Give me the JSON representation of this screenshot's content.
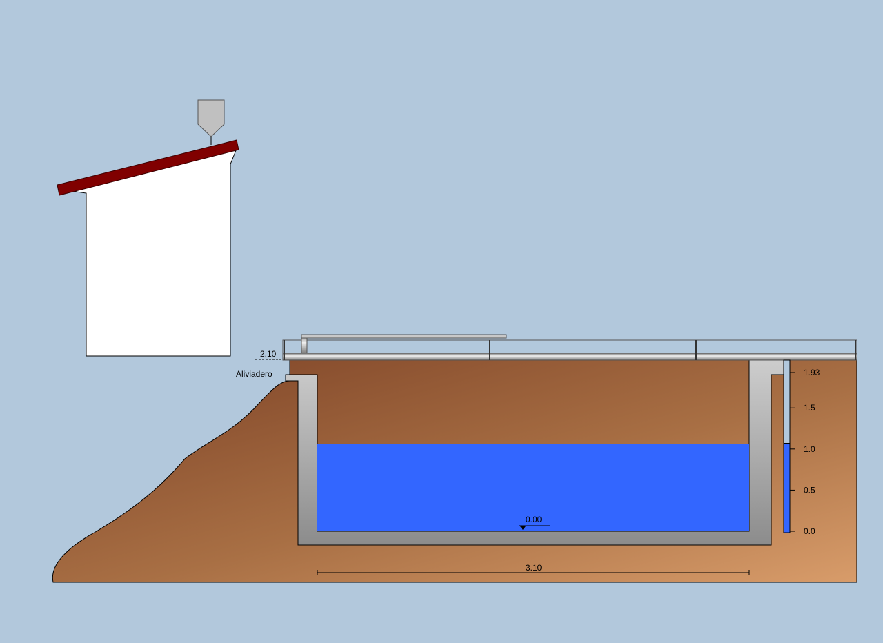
{
  "labels": {
    "overflow_weir": "Aliviadero",
    "deck_level": "2.10",
    "water_level": "0.00",
    "tank_width": "3.10"
  },
  "gauge": {
    "ticks": [
      "1.93",
      "1.5",
      "1.0",
      "0.5",
      "0.0"
    ],
    "max": 1.93,
    "fill_level": 1.07
  },
  "colors": {
    "sky": "#b2c8dc",
    "water": "#3366ff",
    "roof": "#800000",
    "ground_dark": "#834828",
    "ground_light": "#d49868",
    "concrete_light": "#c8c8c8",
    "concrete_dark": "#8c8c8c",
    "building": "#ffffff"
  }
}
